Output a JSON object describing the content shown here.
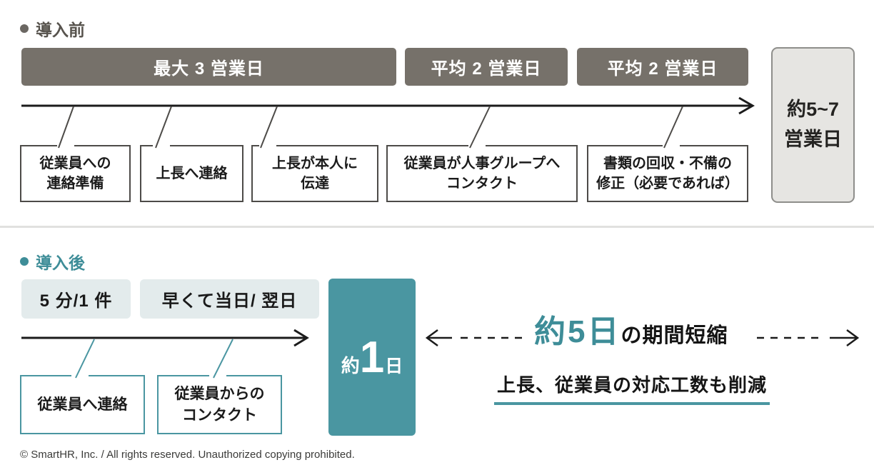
{
  "colors": {
    "bar_gray": "#76716A",
    "teal_accent": "#4A96A1",
    "teal_text": "#3E8D98",
    "pale_teal": "#E3EBEC",
    "light_gray_box": "#E6E5E2"
  },
  "before": {
    "section_label": "導入前",
    "bars": [
      {
        "label": "最大 3 営業日"
      },
      {
        "label": "平均 2 営業日"
      },
      {
        "label": "平均 2 営業日"
      }
    ],
    "steps": [
      {
        "lines": [
          "従業員への",
          "連絡準備"
        ]
      },
      {
        "lines": [
          "上長へ連絡"
        ]
      },
      {
        "lines": [
          "上長が本人に",
          "伝達"
        ]
      },
      {
        "lines": [
          "従業員が人事グループへ",
          "コンタクト"
        ]
      },
      {
        "lines": [
          "書類の回収・不備の",
          "修正（必要であれば）"
        ]
      }
    ],
    "total": {
      "lines": [
        "約5~7",
        "営業日"
      ]
    }
  },
  "after": {
    "section_label": "導入後",
    "bars": [
      {
        "label": "5 分/1 件"
      },
      {
        "label": "早くて当日/ 翌日"
      }
    ],
    "steps": [
      {
        "lines": [
          "従業員へ連絡"
        ]
      },
      {
        "lines": [
          "従業員からの",
          "コンタクト"
        ]
      }
    ],
    "total": {
      "prefix": "約",
      "value": "1",
      "suffix": "日"
    },
    "reduction": {
      "highlight": "約5日",
      "rest": "の期間短縮",
      "sub": "上長、従業員の対応工数も削減"
    }
  },
  "footer": {
    "copyright": "© SmartHR, Inc. / All rights reserved. Unauthorized copying prohibited."
  }
}
